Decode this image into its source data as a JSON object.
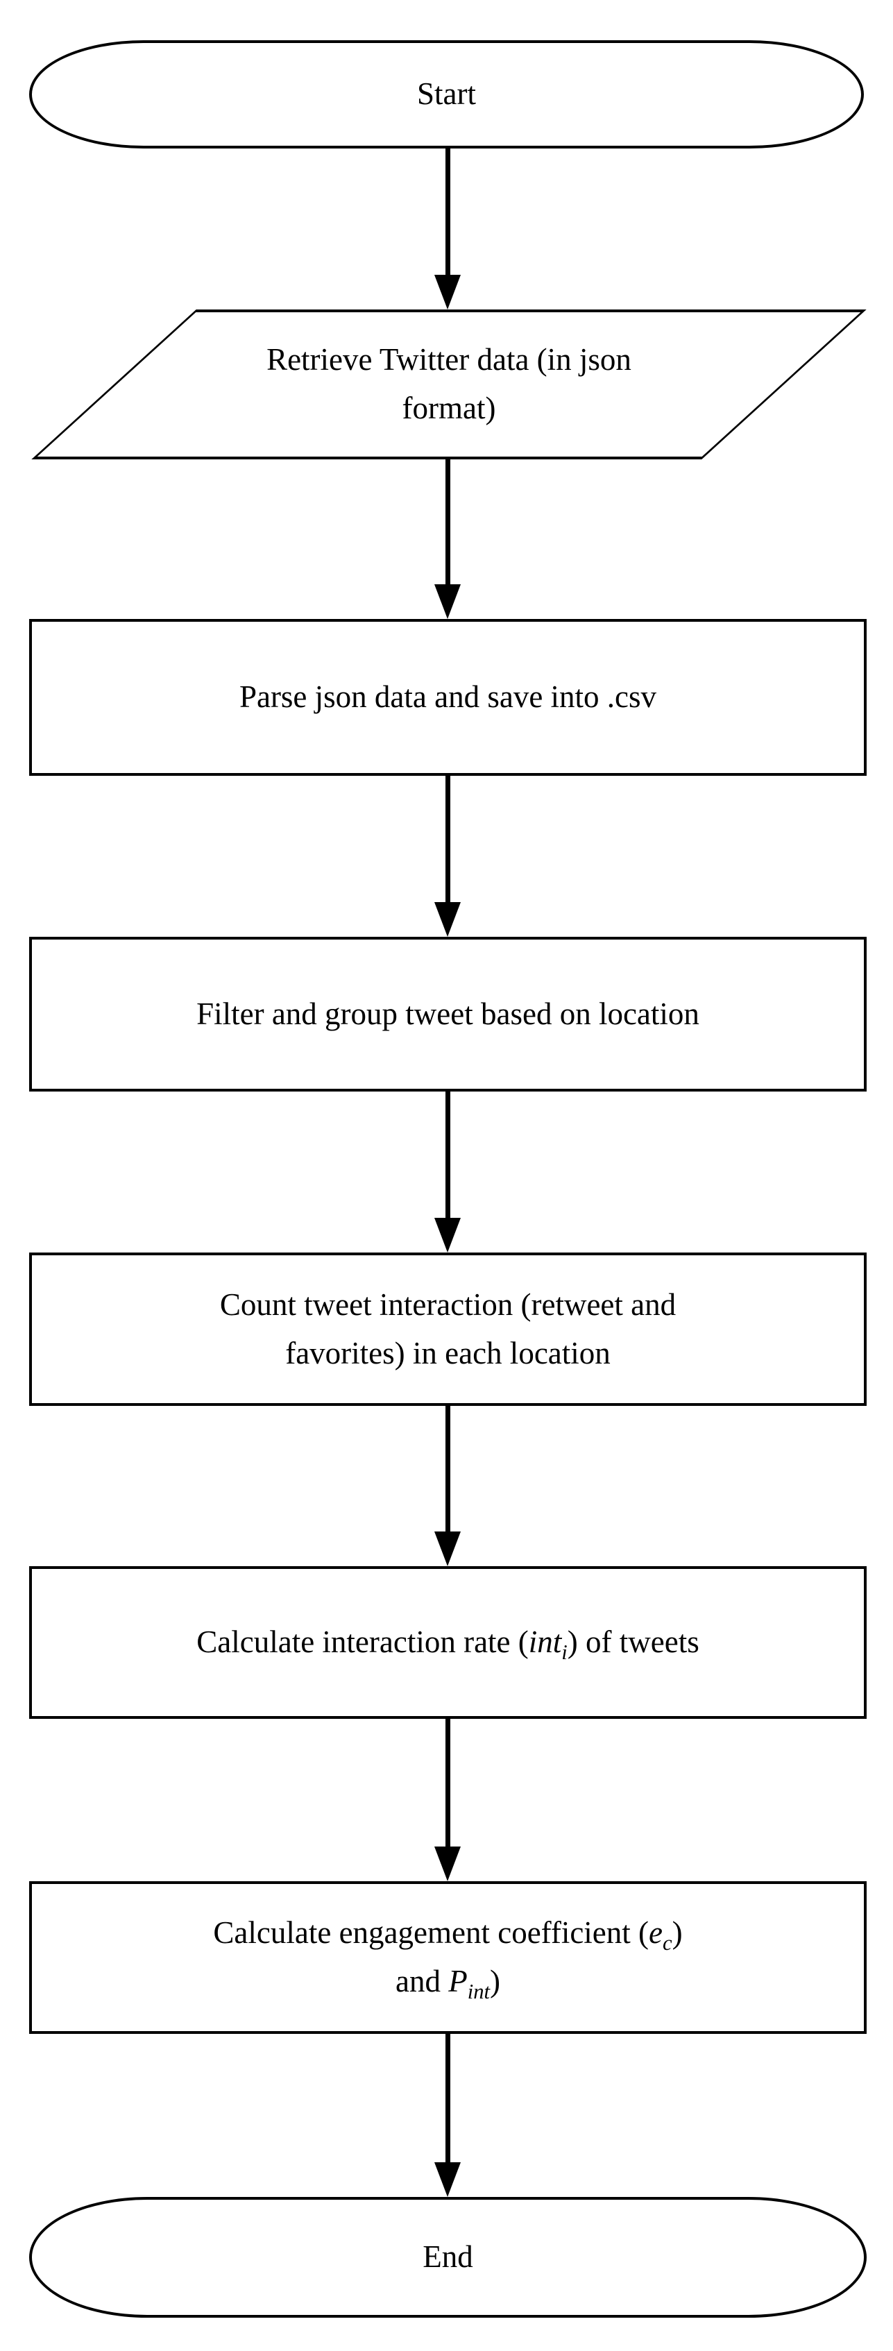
{
  "flowchart": {
    "colors": {
      "background": "#ffffff",
      "stroke": "#000000",
      "text": "#000000"
    },
    "nodes": [
      {
        "id": "start",
        "shape": "terminator",
        "text": "Start"
      },
      {
        "id": "retrieve",
        "shape": "parallelogram-io",
        "line1": "Retrieve Twitter data (in json",
        "line2": "format)"
      },
      {
        "id": "parse",
        "shape": "process",
        "text": "Parse json data and save into .csv"
      },
      {
        "id": "filter",
        "shape": "process",
        "text": "Filter and group tweet based on location"
      },
      {
        "id": "count",
        "shape": "process",
        "line1": "Count tweet interaction (retweet and",
        "line2": "favorites) in each location"
      },
      {
        "id": "rate",
        "shape": "process",
        "pre": "Calculate interaction rate (",
        "var": "int",
        "sub": "i",
        "post": ") of tweets"
      },
      {
        "id": "engagement",
        "shape": "process",
        "line1_pre": "Calculate engagement coefficient (",
        "line1_var": "e",
        "line1_sub": "c",
        "line1_post": ")",
        "line2_pre": "and ",
        "line2_var": "P",
        "line2_sub": "int",
        "line2_post": ")"
      },
      {
        "id": "end",
        "shape": "terminator",
        "text": "End"
      }
    ],
    "edges": [
      {
        "from": "start",
        "to": "retrieve"
      },
      {
        "from": "retrieve",
        "to": "parse"
      },
      {
        "from": "parse",
        "to": "filter"
      },
      {
        "from": "filter",
        "to": "count"
      },
      {
        "from": "count",
        "to": "rate"
      },
      {
        "from": "rate",
        "to": "engagement"
      },
      {
        "from": "engagement",
        "to": "end"
      }
    ]
  }
}
